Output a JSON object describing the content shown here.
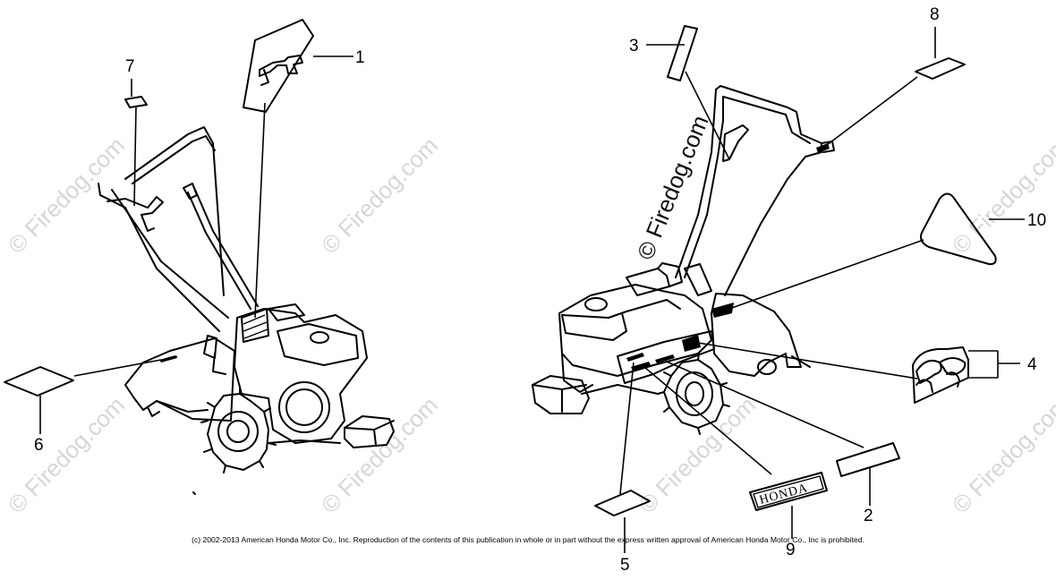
{
  "callouts": {
    "c1": "1",
    "c2": "2",
    "c3": "3",
    "c4": "4",
    "c5": "5",
    "c6": "6",
    "c7": "7",
    "c8": "8",
    "c9": "9",
    "c10": "10"
  },
  "decal_text": {
    "honda": "HONDA"
  },
  "watermark": {
    "text": "© Firedog.com"
  },
  "copyright": "(c) 2002-2013 American Honda Motor Co., Inc. Reproduction of the contents of this publication in whole or in part without the express written approval of American Honda Motor Co., Inc is prohibited."
}
